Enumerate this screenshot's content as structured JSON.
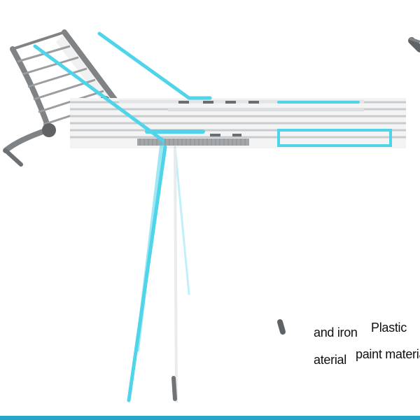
{
  "image": {
    "subject": "foldable drying rack",
    "colors": {
      "accent": "#4fd4ea",
      "frame": "#808487",
      "rail": "#e6e6e6",
      "rail_shadow": "#b9bcbf",
      "hinge": "#5f6366",
      "background": "#ffffff",
      "bottom_bar": "#2aa7c6"
    }
  },
  "captions": {
    "left": [
      "and iron",
      "aterial"
    ],
    "right": [
      "Plastic",
      "paint material"
    ]
  }
}
